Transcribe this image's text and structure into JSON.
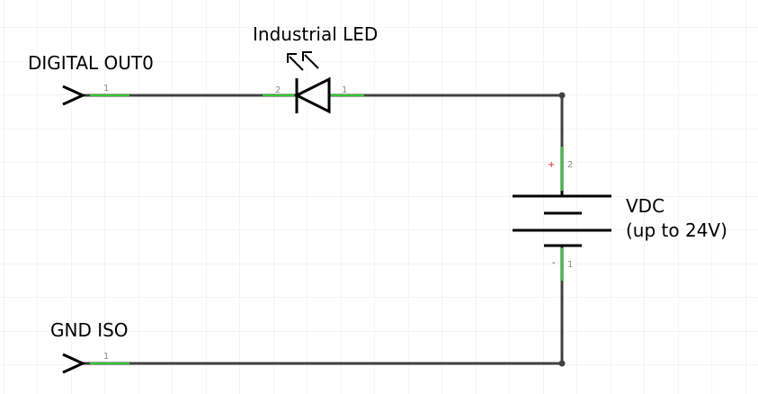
{
  "schematic": {
    "led_label": "Industrial LED",
    "digital_out_label": "DIGITAL OUT0",
    "gnd_label": "GND ISO",
    "supply_label_line1": "VDC",
    "supply_label_line2": "(up to 24V)",
    "pins": {
      "digital_out_pin": "1",
      "led_pin_cathode": "2",
      "led_pin_anode": "1",
      "battery_pos_pin": "2",
      "battery_pos_sign": "+",
      "battery_neg_pin": "1",
      "battery_neg_sign": "-",
      "gnd_pin": "1"
    },
    "colors": {
      "wire": "#404040",
      "pin_highlight": "#2ecc2e",
      "grid": "#e9e9e9",
      "pin_text": "#8a8a8a",
      "pos_sign": "#e02020"
    }
  }
}
